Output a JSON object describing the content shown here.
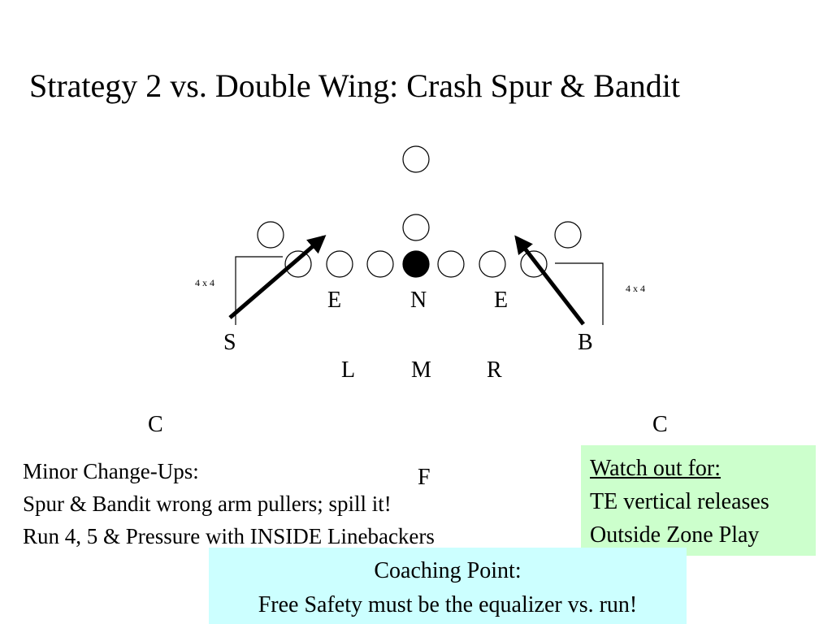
{
  "title": "Strategy 2 vs. Double Wing: Crash Spur & Bandit",
  "diagram": {
    "left_set_label": "4 x 4",
    "right_set_label": "4 x 4",
    "defense": {
      "end_left": "E",
      "nose": "N",
      "end_right": "E",
      "spur": "S",
      "bandit": "B",
      "lb_left": "L",
      "lb_mike": "M",
      "lb_right": "R",
      "corner_left": "C",
      "corner_right": "C",
      "free_safety": "F"
    }
  },
  "notes": {
    "heading": "Minor Change-Ups:",
    "lines": [
      "Spur & Bandit wrong arm pullers; spill it!",
      "Run 4, 5 & Pressure with INSIDE Linebackers"
    ]
  },
  "watch_box": {
    "heading": "Watch out for:",
    "items": [
      "TE vertical releases",
      "Outside Zone Play"
    ],
    "color": "#ccffcc"
  },
  "coaching_box": {
    "heading": "Coaching Point:",
    "text": "Free Safety must be the equalizer vs. run!",
    "color": "#ccffff"
  }
}
